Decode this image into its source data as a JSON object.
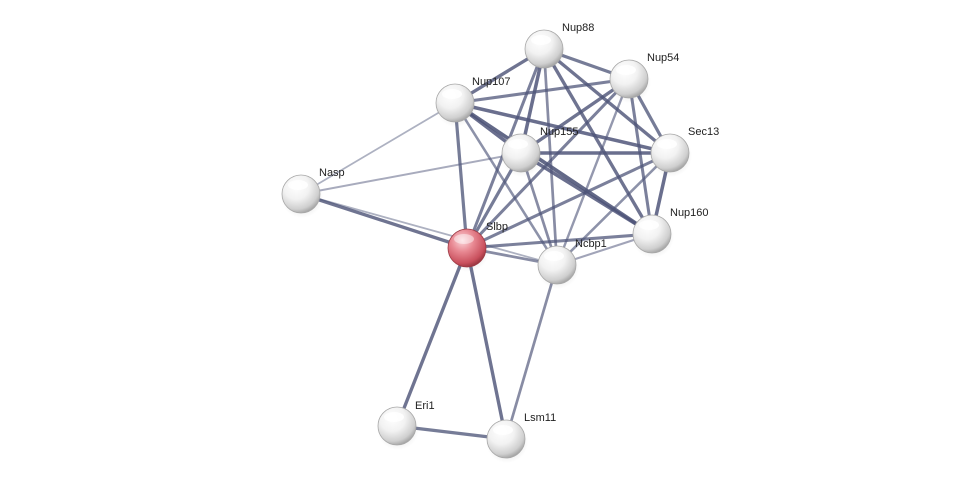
{
  "network": {
    "query_node": "Slbp",
    "colors": {
      "query_node": "#e06b78",
      "neighbor_node": "#ffffff",
      "edge": "#4d5478"
    },
    "nodes": [
      {
        "id": "Nup88",
        "label": "Nup88"
      },
      {
        "id": "Nup54",
        "label": "Nup54"
      },
      {
        "id": "Nup107",
        "label": "Nup107"
      },
      {
        "id": "Nup155",
        "label": "Nup155"
      },
      {
        "id": "Sec13",
        "label": "Sec13"
      },
      {
        "id": "Nasp",
        "label": "Nasp"
      },
      {
        "id": "Slbp",
        "label": "Slbp"
      },
      {
        "id": "Ncbp1",
        "label": "Ncbp1"
      },
      {
        "id": "Nup160",
        "label": "Nup160"
      },
      {
        "id": "Eri1",
        "label": "Eri1"
      },
      {
        "id": "Lsm11",
        "label": "Lsm11"
      }
    ],
    "edges": [
      {
        "source": "Nup88",
        "target": "Nup54",
        "score": 0.75
      },
      {
        "source": "Nup88",
        "target": "Nup107",
        "score": 0.8
      },
      {
        "source": "Nup88",
        "target": "Nup155",
        "score": 0.85
      },
      {
        "source": "Nup88",
        "target": "Sec13",
        "score": 0.8
      },
      {
        "source": "Nup88",
        "target": "Nup160",
        "score": 0.8
      },
      {
        "source": "Nup88",
        "target": "Slbp",
        "score": 0.7
      },
      {
        "source": "Nup88",
        "target": "Ncbp1",
        "score": 0.6
      },
      {
        "source": "Nup54",
        "target": "Nup107",
        "score": 0.7
      },
      {
        "source": "Nup54",
        "target": "Nup155",
        "score": 0.8
      },
      {
        "source": "Nup54",
        "target": "Sec13",
        "score": 0.75
      },
      {
        "source": "Nup54",
        "target": "Nup160",
        "score": 0.7
      },
      {
        "source": "Nup54",
        "target": "Slbp",
        "score": 0.7
      },
      {
        "source": "Nup54",
        "target": "Ncbp1",
        "score": 0.5
      },
      {
        "source": "Nup107",
        "target": "Nup155",
        "score": 0.85
      },
      {
        "source": "Nup107",
        "target": "Sec13",
        "score": 0.85
      },
      {
        "source": "Nup107",
        "target": "Nup160",
        "score": 0.9
      },
      {
        "source": "Nup107",
        "target": "Slbp",
        "score": 0.75
      },
      {
        "source": "Nup107",
        "target": "Ncbp1",
        "score": 0.55
      },
      {
        "source": "Nup107",
        "target": "Nasp",
        "score": 0.3
      },
      {
        "source": "Nup155",
        "target": "Sec13",
        "score": 0.85
      },
      {
        "source": "Nup155",
        "target": "Nup160",
        "score": 0.85
      },
      {
        "source": "Nup155",
        "target": "Slbp",
        "score": 0.75
      },
      {
        "source": "Nup155",
        "target": "Ncbp1",
        "score": 0.6
      },
      {
        "source": "Nup155",
        "target": "Nasp",
        "score": 0.35
      },
      {
        "source": "Sec13",
        "target": "Nup160",
        "score": 0.85
      },
      {
        "source": "Sec13",
        "target": "Slbp",
        "score": 0.7
      },
      {
        "source": "Sec13",
        "target": "Ncbp1",
        "score": 0.55
      },
      {
        "source": "Nup160",
        "target": "Slbp",
        "score": 0.7
      },
      {
        "source": "Nup160",
        "target": "Ncbp1",
        "score": 0.4
      },
      {
        "source": "Nasp",
        "target": "Slbp",
        "score": 0.8
      },
      {
        "source": "Nasp",
        "target": "Ncbp1",
        "score": 0.3
      },
      {
        "source": "Slbp",
        "target": "Ncbp1",
        "score": 0.6
      },
      {
        "source": "Slbp",
        "target": "Eri1",
        "score": 0.8
      },
      {
        "source": "Slbp",
        "target": "Lsm11",
        "score": 0.8
      },
      {
        "source": "Ncbp1",
        "target": "Lsm11",
        "score": 0.6
      },
      {
        "source": "Eri1",
        "target": "Lsm11",
        "score": 0.75
      }
    ]
  }
}
